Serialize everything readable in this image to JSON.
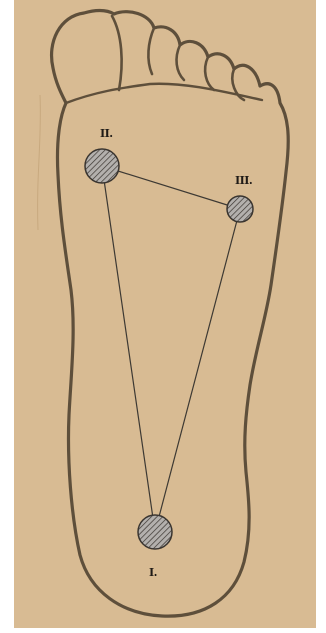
{
  "diagram": {
    "points": {
      "p1": {
        "label": "I."
      },
      "p2": {
        "label": "II."
      },
      "p3": {
        "label": "III."
      }
    },
    "colors": {
      "paper": "#d8bb93",
      "outline": "#5e4f3b",
      "circle_fill": "#b3b0ad",
      "line": "#3d3933"
    }
  }
}
